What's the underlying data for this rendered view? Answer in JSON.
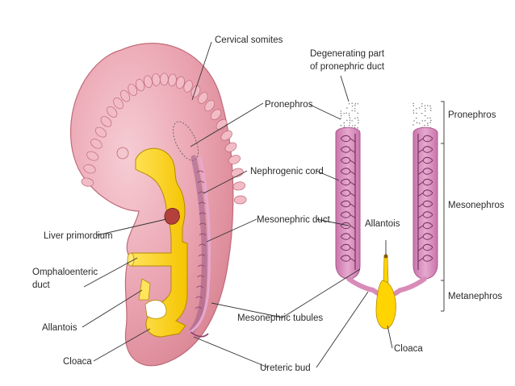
{
  "colors": {
    "embryo": "#e8a0ad",
    "embryo_light": "#f4c6ce",
    "embryo_dark": "#c9707f",
    "gut": "#ffd400",
    "gut_outline": "#b58a00",
    "nephric": "#d98bb8",
    "nephric_dark": "#8a3d6a",
    "liver": "#b4403c"
  },
  "labels": {
    "cervical_somites": "Cervical somites",
    "degenerating_line1": "Degenerating part",
    "degenerating_line2": "of pronephric duct",
    "pronephros_left": "Pronephros",
    "nephrogenic_cord": "Nephrogenic cord",
    "mesonephric_duct": "Mesonephric duct",
    "liver_primordium": "Liver primordium",
    "omphaloenteric_line1": "Omphaloenteric",
    "omphaloenteric_line2": "duct",
    "allantois_left": "Allantois",
    "cloaca_left": "Cloaca",
    "mesonephric_tubules": "Mesonephric tubules",
    "ureteric_bud": "Ureteric bud",
    "allantois_right": "Allantois",
    "cloaca_right": "Cloaca",
    "pronephros_right": "Pronephros",
    "mesonephros": "Mesonephros",
    "metanephros": "Metanephros"
  }
}
